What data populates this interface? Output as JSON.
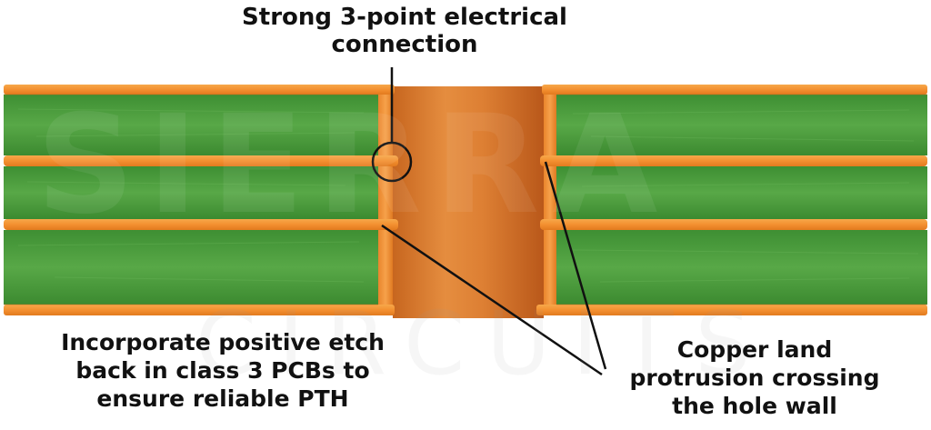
{
  "diagram": {
    "callouts": {
      "top": [
        "Strong 3-point electrical",
        "connection"
      ],
      "left": [
        "Incorporate positive etch",
        "back in class 3 PCBs to",
        "ensure reliable PTH"
      ],
      "right": [
        "Copper land",
        "protrusion crossing",
        "the hole wall"
      ]
    },
    "watermark": {
      "brand": "SIERRA",
      "sub": "CIRCUITS"
    },
    "colors": {
      "laminate": "#4c9a3c",
      "copper": "#f2922e",
      "barrel": "#d97a2e",
      "text": "#111111"
    }
  }
}
